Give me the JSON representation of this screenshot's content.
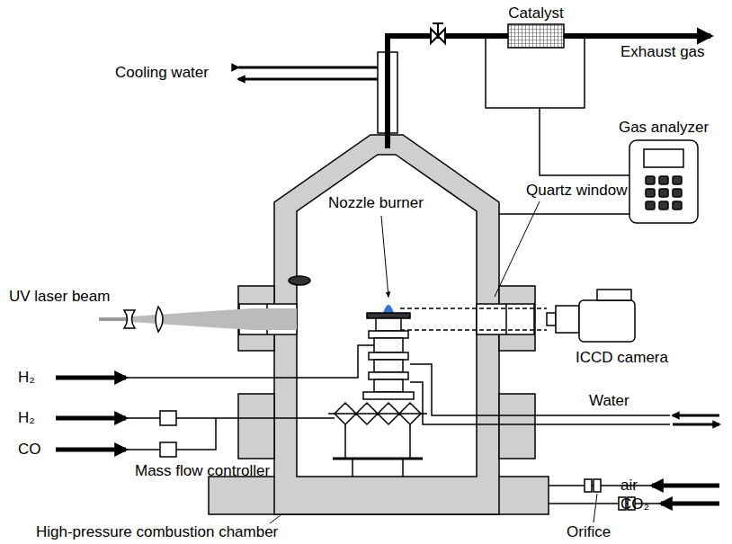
{
  "diagram": {
    "labels": [
      "Catalyst",
      "Exhaust gas",
      "Cooling water",
      "Gas analyzer",
      "Nozzle burner",
      "Quartz window",
      "UV laser beam",
      "ICCD camera",
      "H₂",
      "H₂",
      "CO",
      "Water",
      "Mass flow controller",
      "air",
      "CO₂",
      "High-pressure combustion chamber",
      "Orifice"
    ]
  }
}
